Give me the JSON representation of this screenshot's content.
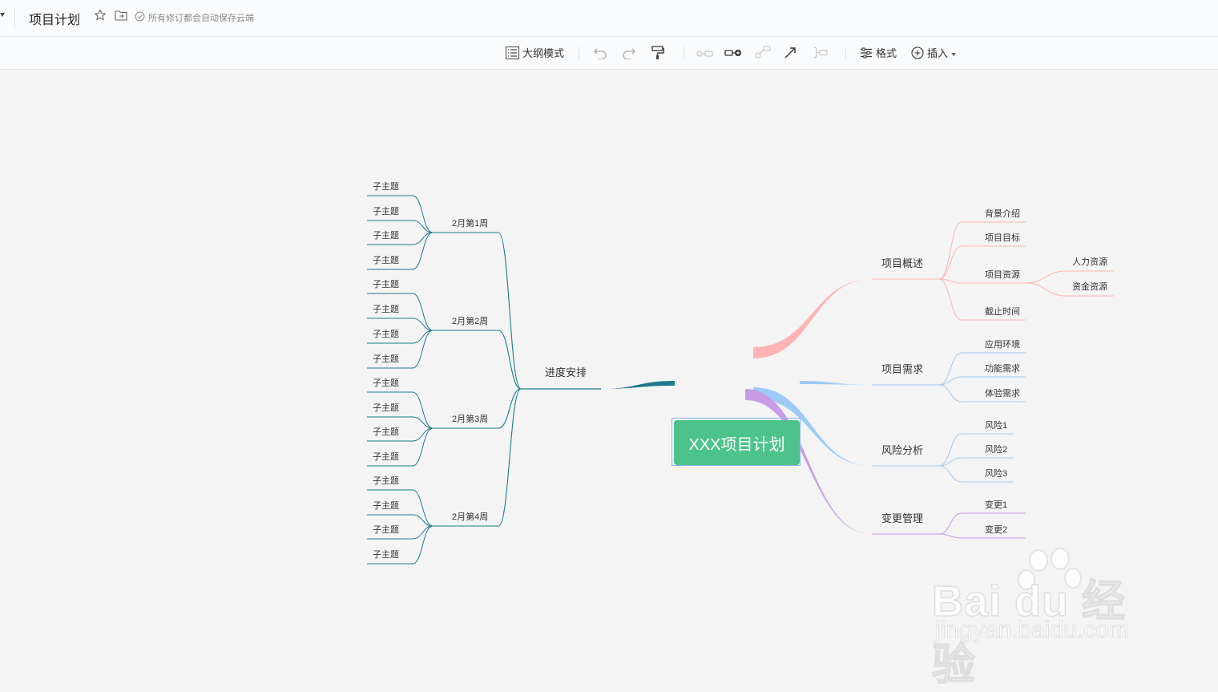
{
  "titlebar": {
    "title": "项目计划",
    "save_status": "所有修订都会自动保存云端"
  },
  "toolbar": {
    "outline_mode": "大纲模式",
    "format": "格式",
    "insert": "插入"
  },
  "mindmap": {
    "root": "XXX项目计划",
    "left": {
      "branch": "进度安排",
      "weeks": [
        {
          "label": "2月第1周",
          "children": [
            "子主题",
            "子主题",
            "子主题",
            "子主题"
          ]
        },
        {
          "label": "2月第2周",
          "children": [
            "子主题",
            "子主题",
            "子主题",
            "子主题"
          ]
        },
        {
          "label": "2月第3周",
          "children": [
            "子主题",
            "子主题",
            "子主题",
            "子主题"
          ]
        },
        {
          "label": "2月第4周",
          "children": [
            "子主题",
            "子主题",
            "子主题",
            "子主题"
          ]
        }
      ]
    },
    "right": [
      {
        "label": "项目概述",
        "color": "#ffb3b3",
        "children": [
          "背景介绍",
          "项目目标",
          "项目资源",
          "截止时间"
        ],
        "sub_of_resource": [
          "人力资源",
          "资金资源"
        ]
      },
      {
        "label": "项目需求",
        "color": "#9ecbf5",
        "children": [
          "应用环境",
          "功能需求",
          "体验需求"
        ]
      },
      {
        "label": "风险分析",
        "color": "#9ecbf5",
        "children": [
          "风险1",
          "风险2",
          "风险3"
        ]
      },
      {
        "label": "变更管理",
        "color": "#c89be8",
        "children": [
          "变更1",
          "变更2"
        ]
      }
    ],
    "colors": {
      "left": "#1d7a8c",
      "root": "#4cc38a"
    }
  },
  "watermark": {
    "brand": "Bai du 经验",
    "url": "jingyan.baidu.com"
  }
}
